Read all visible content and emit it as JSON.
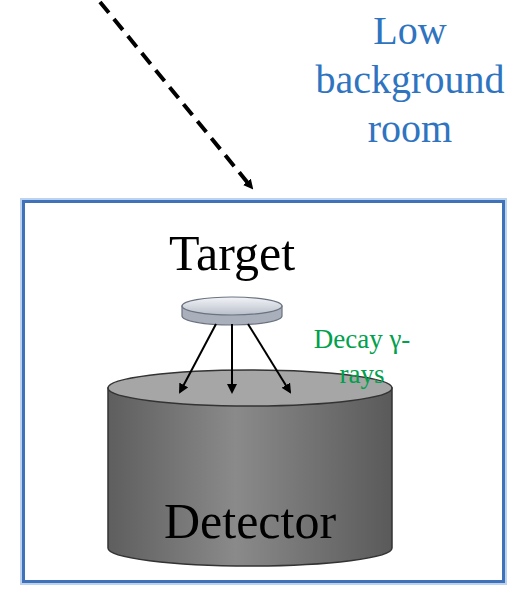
{
  "diagram": {
    "nodes": [
      {
        "text": [
          "Low background room"
        ]
      },
      {
        "text": [
          "Target"
        ],
        "in": 0
      },
      {
        "text": [
          "Detector"
        ],
        "in": 0
      }
    ],
    "edges": [
      {
        "from": 1,
        "to": 2,
        "arrow": "to"
      },
      {
        "from": 1,
        "to": 2,
        "arrow": "to"
      },
      {
        "from": 1,
        "to": 2,
        "arrow": "to"
      }
    ],
    "labels": [
      "Decay γ-rays"
    ]
  }
}
